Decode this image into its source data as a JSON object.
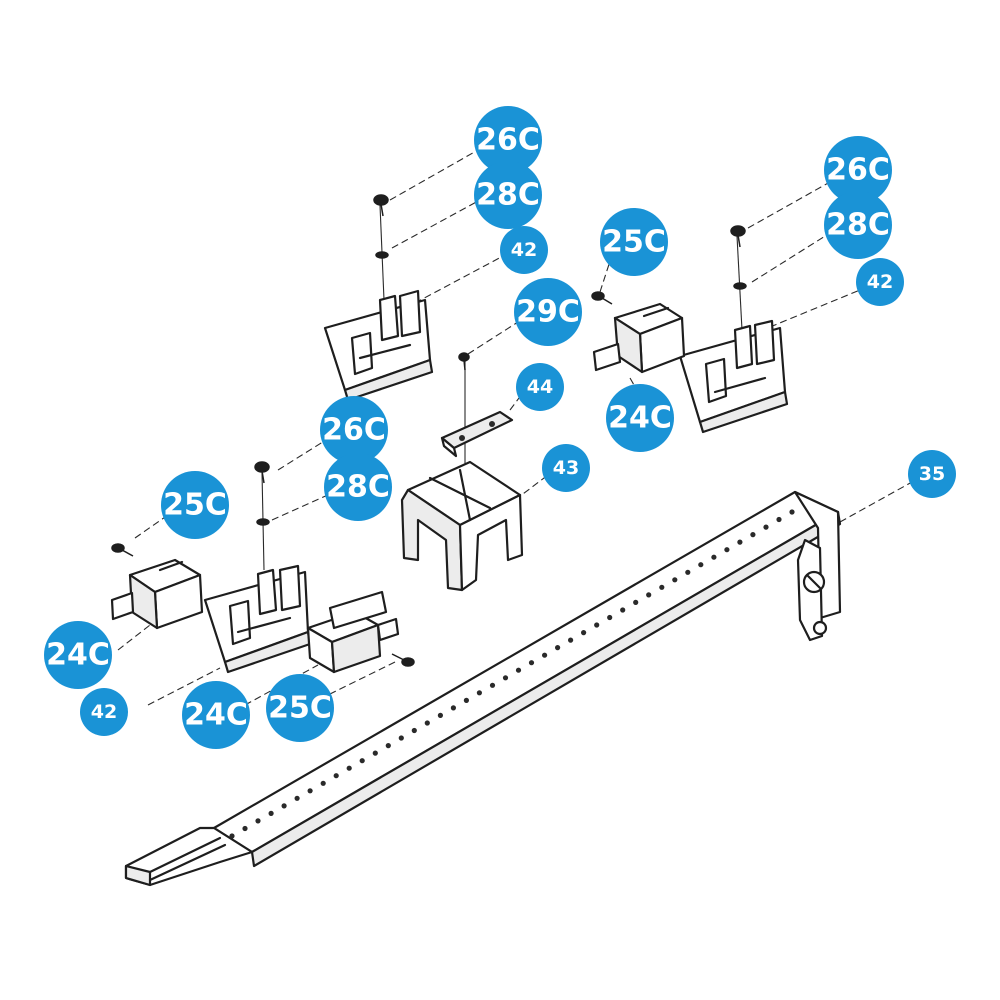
{
  "badge_color": "#1a93d6",
  "badges": [
    {
      "id": "b-26c-top",
      "label": "26C"
    },
    {
      "id": "b-28c-top",
      "label": "28C"
    },
    {
      "id": "b-42-top",
      "label": "42"
    },
    {
      "id": "b-25c-mid",
      "label": "25C"
    },
    {
      "id": "b-29c",
      "label": "29C"
    },
    {
      "id": "b-26c-right",
      "label": "26C"
    },
    {
      "id": "b-28c-right",
      "label": "28C"
    },
    {
      "id": "b-42-right",
      "label": "42"
    },
    {
      "id": "b-44",
      "label": "44"
    },
    {
      "id": "b-24c-right",
      "label": "24C"
    },
    {
      "id": "b-26c-left",
      "label": "26C"
    },
    {
      "id": "b-28c-left",
      "label": "28C"
    },
    {
      "id": "b-43",
      "label": "43"
    },
    {
      "id": "b-35",
      "label": "35"
    },
    {
      "id": "b-25c-left",
      "label": "25C"
    },
    {
      "id": "b-24c-left",
      "label": "24C"
    },
    {
      "id": "b-42-left",
      "label": "42"
    },
    {
      "id": "b-24c-bottom",
      "label": "24C"
    },
    {
      "id": "b-25c-bottom",
      "label": "25C"
    }
  ]
}
